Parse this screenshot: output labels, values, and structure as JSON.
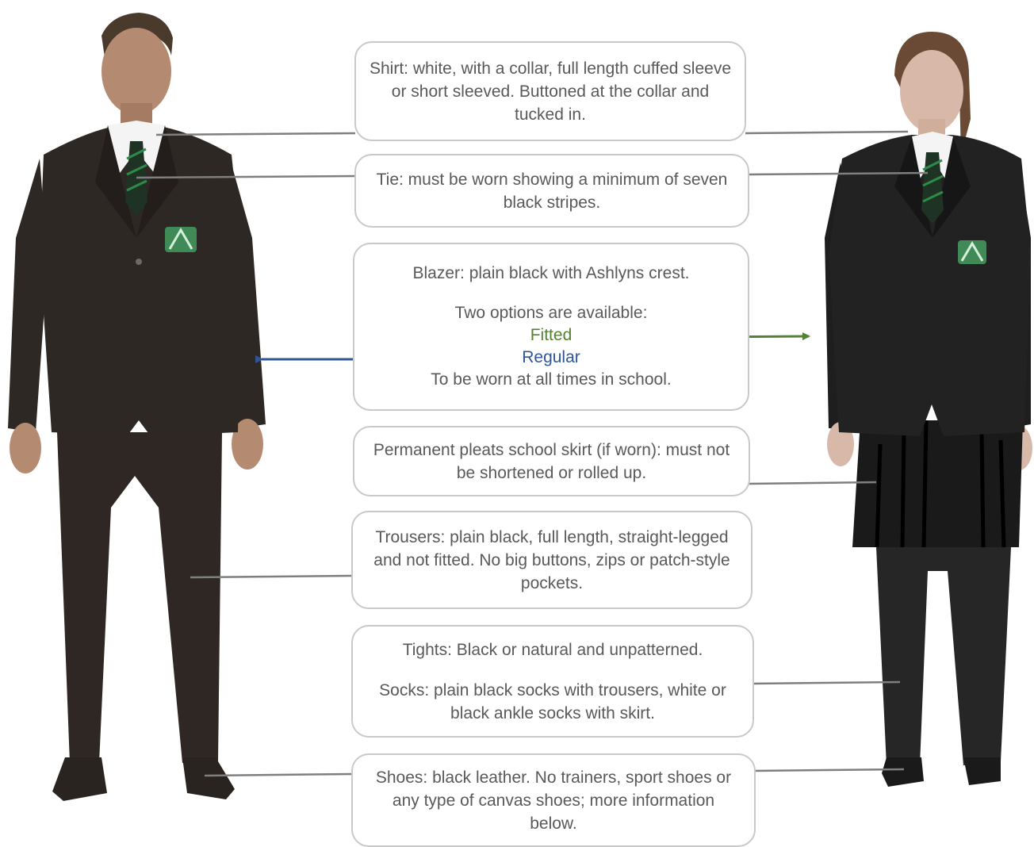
{
  "boxes": {
    "shirt": {
      "text": "Shirt: white, with a collar, full length cuffed sleeve or short sleeved.  Buttoned at the collar and tucked in."
    },
    "tie": {
      "text": "Tie: must be worn showing a minimum of seven black stripes."
    },
    "blazer": {
      "line1": "Blazer: plain black with Ashlyns crest.",
      "line2": "Two options are available:",
      "fitted": "Fitted",
      "regular": "Regular",
      "line3": "To be worn at all times in school."
    },
    "skirt": {
      "text": "Permanent pleats school skirt (if worn): must not be shortened or rolled up."
    },
    "trousers": {
      "text": "Trousers: plain black, full length, straight-legged and not fitted.  No big buttons, zips or patch-style pockets."
    },
    "tights": {
      "line1": "Tights: Black or natural and unpatterned.",
      "line2": "Socks: plain black socks with trousers, white or black ankle socks with skirt."
    },
    "shoes": {
      "text": "Shoes: black leather.  No trainers, sport shoes or any type of canvas shoes; more information below."
    }
  },
  "colors": {
    "box_border": "#c9c9c9",
    "text": "#595959",
    "fitted": "#538135",
    "regular": "#2f5597",
    "connector": "#7f7f7f"
  }
}
